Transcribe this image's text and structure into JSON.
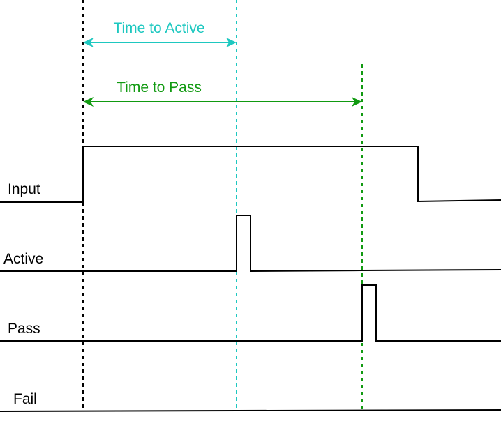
{
  "annotations": {
    "time_to_active": "Time to Active",
    "time_to_pass": "Time to Pass"
  },
  "signals": {
    "input": "Input",
    "active": "Active",
    "pass": "Pass",
    "fail": "Fail"
  },
  "colors": {
    "signal": "#000000",
    "time_to_active": "#1ec8c0",
    "time_to_pass": "#119a11",
    "input_guide": "#000000"
  }
}
